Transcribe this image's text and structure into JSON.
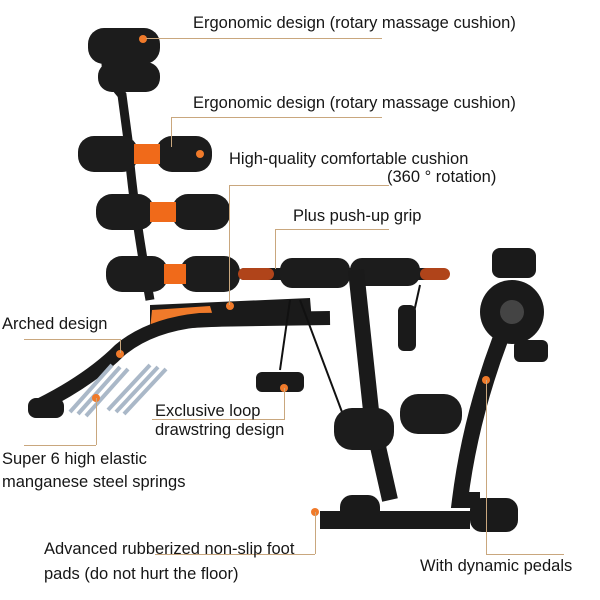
{
  "colors": {
    "accent_orange": "#f07a2a",
    "frame_black": "#1a1a1a",
    "leader_line": "#c9a77e",
    "background": "#ffffff",
    "spring_steel": "#aab8c8"
  },
  "labels": {
    "head_cushion": "Ergonomic design (rotary massage cushion)",
    "neck_cushion": "Ergonomic design (rotary massage cushion)",
    "comfort_cushion_line1": "High-quality comfortable cushion",
    "comfort_cushion_line2": "(360 ° rotation)",
    "pushup_grip": "Plus push-up grip",
    "arched": "Arched design",
    "loop_line1": "Exclusive loop",
    "loop_line2": "drawstring design",
    "springs_line1": "Super 6 high elastic",
    "springs_line2": "manganese steel springs",
    "footpads_line1": "Advanced rubberized non-slip foot",
    "footpads_line2": "pads (do not hurt the floor)",
    "pedals": "With dynamic pedals"
  }
}
